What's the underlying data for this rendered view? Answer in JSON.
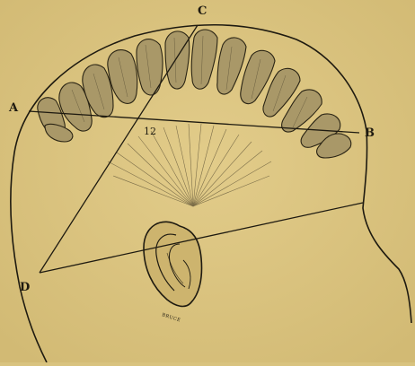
{
  "diagram": {
    "labels": {
      "a": "A",
      "b": "B",
      "c": "C",
      "d": "D"
    },
    "angle_marker": "12",
    "engraver_signature": "BRUCE"
  },
  "colors": {
    "paper": "#d9c37f",
    "ink": "#1e1a10",
    "convolution_shade": "#9b8c5e"
  }
}
